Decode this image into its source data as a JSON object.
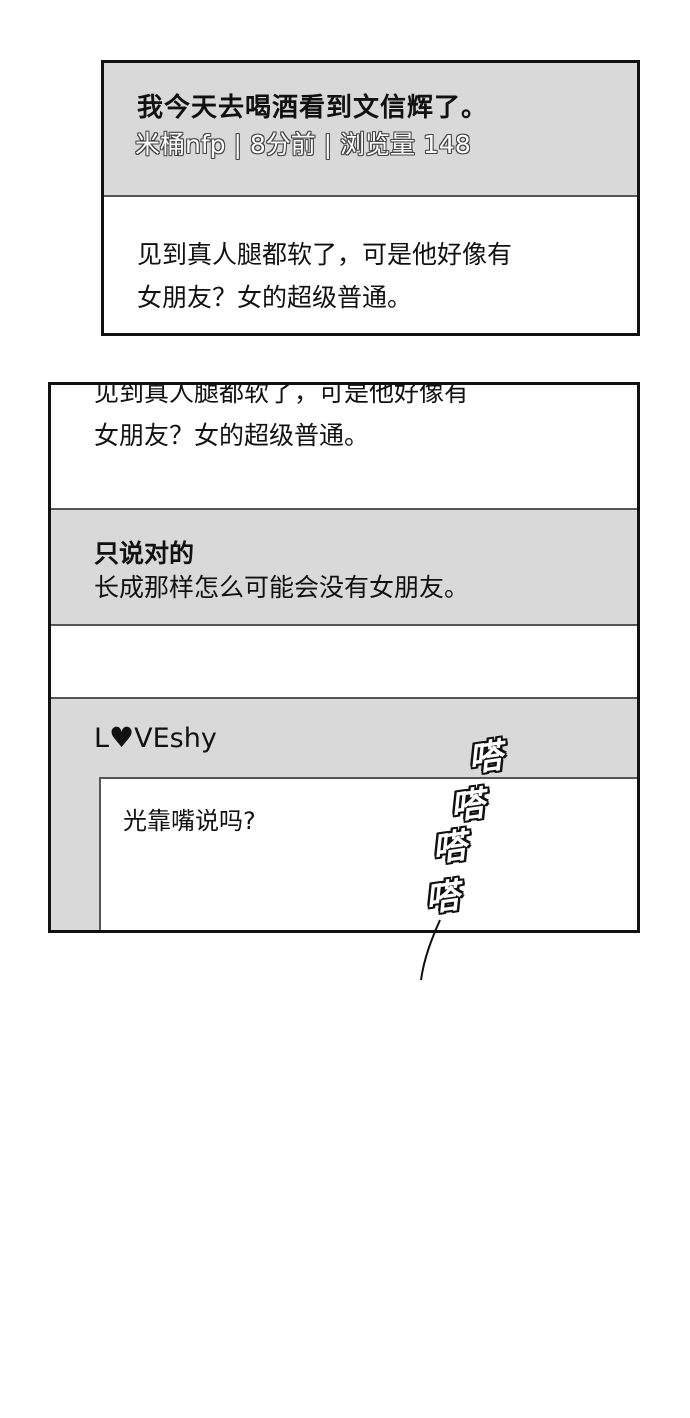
{
  "post": {
    "title": "我今天去喝酒看到文信辉了。",
    "meta": "米桶nfp | 8分前 | 浏览量 148",
    "body_line1": "见到真人腿都软了，可是他好像有",
    "body_line2": "女朋友？女的超级普通。"
  },
  "panel2": {
    "body_line1": "见到真人腿都软了，可是他好像有",
    "body_line2": "女朋友？女的超级普通。",
    "comment1": {
      "name": "只说对的",
      "text": "长成那样怎么可能会没有女朋友。"
    },
    "comment2": {
      "name_prefix": "L",
      "name_heart": "♥",
      "name_suffix": "VEshy",
      "reply_text": "光靠嘴说吗?"
    }
  },
  "sfx": [
    "嗒",
    "嗒",
    "嗒",
    "嗒"
  ],
  "colors": {
    "header_gray": "#d9d9d9",
    "border": "#111111"
  }
}
